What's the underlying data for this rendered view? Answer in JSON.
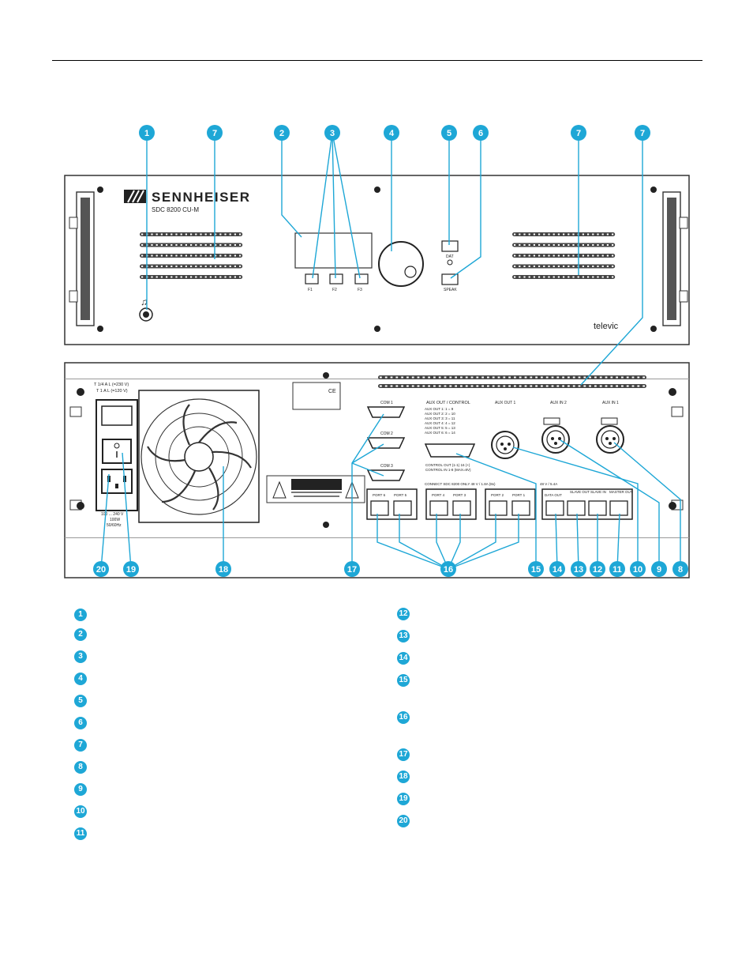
{
  "brand": {
    "name": "SENNHEISER",
    "model": "SDC 8200 CU-M",
    "partner": "televic"
  },
  "front_panel": {
    "button_labels": [
      "F1",
      "F2",
      "F3"
    ],
    "side_buttons": [
      "DAT",
      "SPEAK"
    ]
  },
  "rear_panel": {
    "fuse_text": [
      "T 1/4 A  L  (=230 V)",
      "T 1 A  L  (=120 V)"
    ],
    "mains_text": [
      "100 ... 240 V",
      "100W",
      "50/60Hz"
    ],
    "ce_label": "CE",
    "com_ports": [
      "COM 1",
      "COM 2",
      "COM 3"
    ],
    "aux_control_title": "AUX OUT / CONTROL",
    "aux_control_lines": [
      "AUX OUT 1:   1 = 9",
      "AUX OUT 2:   2 = 10",
      "AUX OUT 3:   3 = 11",
      "AUX OUT 4:   4 = 12",
      "AUX OUT 5:   5 = 13",
      "AUX OUT 6:   6 = 14"
    ],
    "control_lines": [
      "CONTROL OUT (1-1) 16 (+)",
      "CONTROL IN 1-8 (MAX=8V)"
    ],
    "aux_connectors": [
      "AUX OUT 1",
      "AUX IN 2",
      "AUX IN 1"
    ],
    "connect_text": "CONNECT SDC 8200 ONLY  48 V / 1.8A (8x)",
    "power_text": "48 V / 5.4A",
    "port_groups": [
      [
        "PORT 6",
        "PORT 5"
      ],
      [
        "PORT 4",
        "PORT 3"
      ],
      [
        "PORT 2",
        "PORT 1"
      ]
    ],
    "data_ports": [
      "DATA OUT",
      "SLAVE OUT",
      "SLAVE IN",
      "MASTER OUT"
    ]
  },
  "callouts_top": [
    "1",
    "7",
    "2",
    "3",
    "4",
    "5",
    "6",
    "7",
    "7"
  ],
  "callouts_bottom": [
    "20",
    "19",
    "18",
    "17",
    "16",
    "15",
    "14",
    "13",
    "12",
    "11",
    "10",
    "9",
    "8"
  ],
  "legend_left": [
    "1",
    "2",
    "3",
    "4",
    "5",
    "6",
    "7",
    "8",
    "9",
    "10",
    "11"
  ],
  "legend_right": [
    "12",
    "13",
    "14",
    "15",
    "16",
    "17",
    "18",
    "19",
    "20"
  ],
  "colors": {
    "callout": "#1ea7d6",
    "panel": "#ffffff",
    "stroke": "#333333"
  }
}
